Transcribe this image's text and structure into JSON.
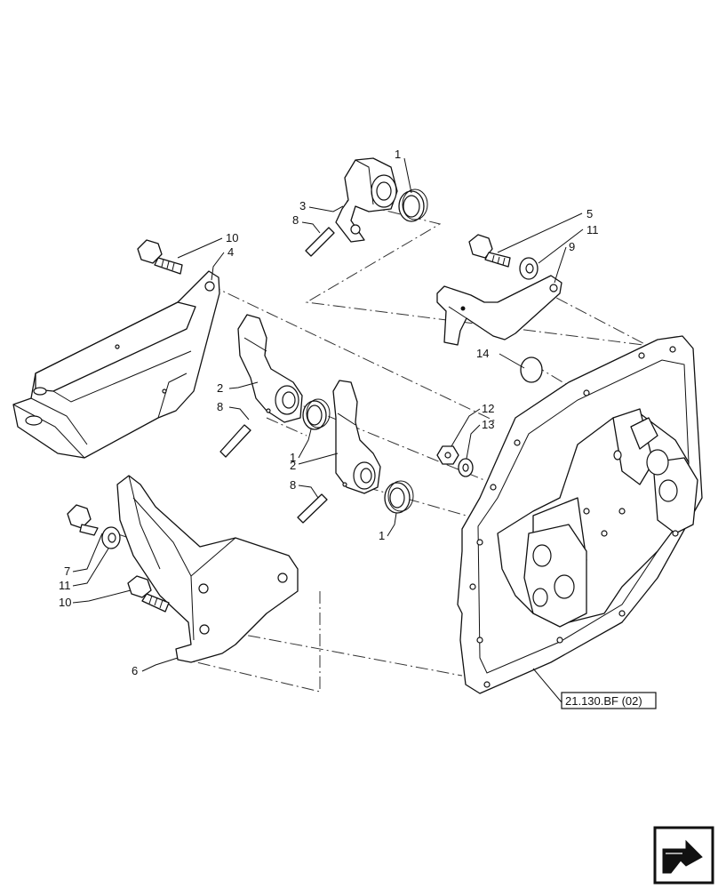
{
  "callouts": {
    "c1a": "1",
    "c1b": "1",
    "c1c": "1",
    "c2a": "2",
    "c2b": "2",
    "c3": "3",
    "c4": "4",
    "c5": "5",
    "c6": "6",
    "c7": "7",
    "c8a": "8",
    "c8b": "8",
    "c8c": "8",
    "c9": "9",
    "c10a": "10",
    "c10b": "10",
    "c11a": "11",
    "c11b": "11",
    "c12": "12",
    "c13": "13",
    "c14": "14"
  },
  "reference": {
    "label": "21.130.BF (02)"
  },
  "icons": {
    "corner": "next-page-arrow-icon"
  }
}
